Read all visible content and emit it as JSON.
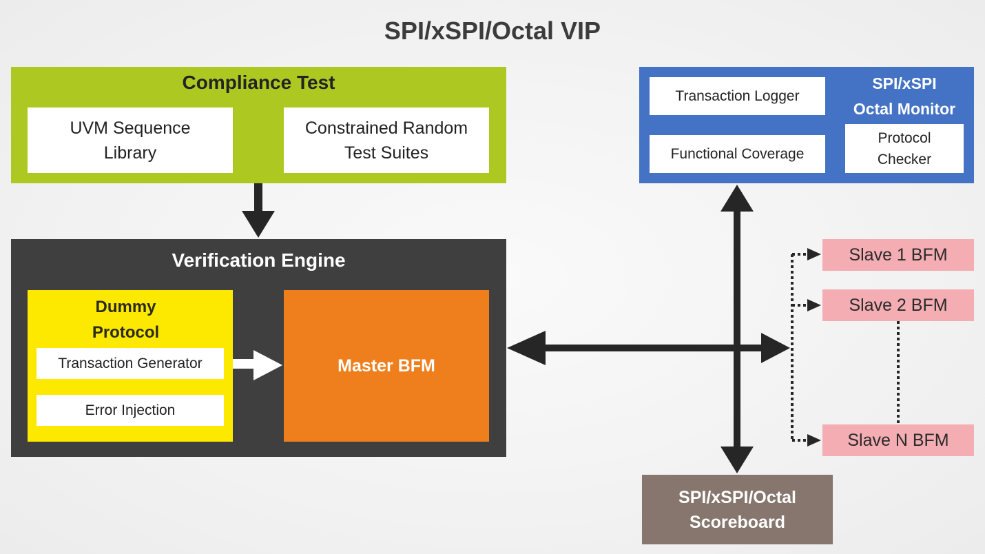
{
  "title": "SPI/xSPI/Octal VIP",
  "compliance_test": {
    "title": "Compliance Test",
    "items": [
      "UVM Sequence Library",
      "Constrained Random Test Suites"
    ],
    "color": "#adc921"
  },
  "monitor": {
    "title_line1": "SPI/xSPI",
    "title_line2": "Octal Monitor",
    "items": [
      "Transaction Logger",
      "Functional Coverage",
      "Protocol Checker"
    ],
    "color": "#4472c4"
  },
  "verification_engine": {
    "title": "Verification Engine",
    "color": "#3f3f3f",
    "dummy_protocol": {
      "title": "Dummy Protocol",
      "items": [
        "Transaction Generator",
        "Error Injection"
      ],
      "color": "#fde900"
    },
    "master_bfm": {
      "label": "Master BFM",
      "color": "#ee7f1c"
    }
  },
  "slaves": {
    "items": [
      "Slave 1 BFM",
      "Slave 2 BFM",
      "Slave N BFM"
    ],
    "color": "#f3adb3"
  },
  "scoreboard": {
    "label": "SPI/xSPI/Octal Scoreboard",
    "color": "#86766d"
  }
}
